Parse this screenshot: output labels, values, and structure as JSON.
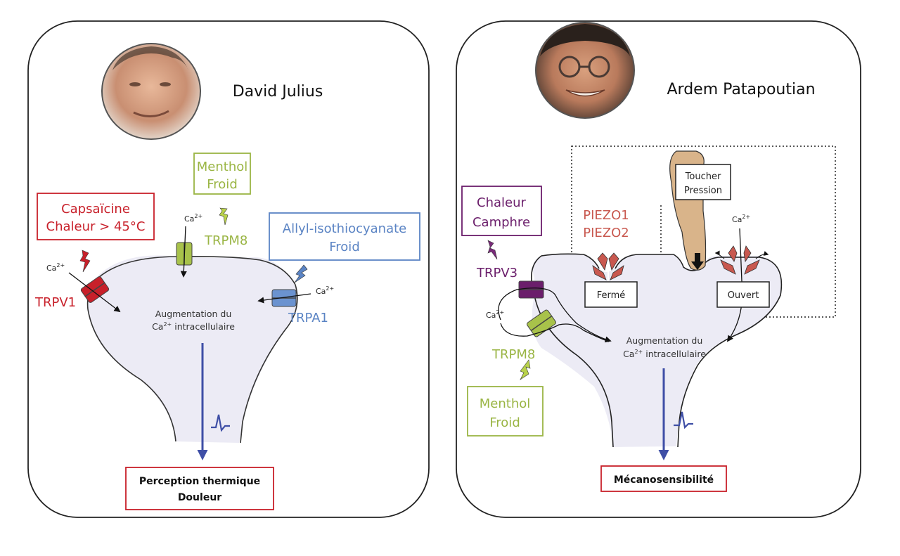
{
  "colors": {
    "red": "#c8202a",
    "green": "#9ab544",
    "blue": "#5b84c4",
    "purple": "#6b1e6b",
    "piezo": "#c8584f",
    "cell_fill": "#ecebf5",
    "signal": "#3f4fa6",
    "finger": "#d9b48a"
  },
  "left_panel": {
    "laureate_name": "David Julius",
    "photo_icon": "portrait-photo",
    "stimuli": {
      "capsaicin": {
        "line1": "Capsaïcine",
        "line2": "Chaleur > 45°C"
      },
      "menthol": {
        "line1": "Menthol",
        "line2": "Froid"
      },
      "allyl": {
        "line1": "Allyl-isothiocyanate",
        "line2": "Froid"
      }
    },
    "channels": {
      "trpv1": "TRPV1",
      "trpm8": "TRPM8",
      "trpa1": "TRPA1"
    },
    "ion": "Ca",
    "ion_charge": "2+",
    "center_text": {
      "line1": "Augmentation du",
      "line2_ion": "Ca",
      "line2_charge": "2+",
      "line2_rest": " intracellulaire"
    },
    "outcome": {
      "line1": "Perception thermique",
      "line2": "Douleur"
    }
  },
  "right_panel": {
    "laureate_name": "Ardem Patapoutian",
    "photo_icon": "portrait-photo",
    "stimuli": {
      "camphor": {
        "line1": "Chaleur",
        "line2": "Camphre"
      },
      "menthol": {
        "line1": "Menthol",
        "line2": "Froid"
      },
      "touch": {
        "line1": "Toucher",
        "line2": "Pression"
      }
    },
    "channels": {
      "trpv3": "TRPV3",
      "trpm8": "TRPM8",
      "piezo1": "PIEZO1",
      "piezo2": "PIEZO2"
    },
    "states": {
      "closed": "Fermé",
      "open": "Ouvert"
    },
    "ion": "Ca",
    "ion_charge": "2+",
    "center_text": {
      "line1": "Augmentation du",
      "line2_ion": "Ca",
      "line2_charge": "2+",
      "line2_rest": " intracellulaire"
    },
    "outcome": "Mécanosensibilité"
  }
}
